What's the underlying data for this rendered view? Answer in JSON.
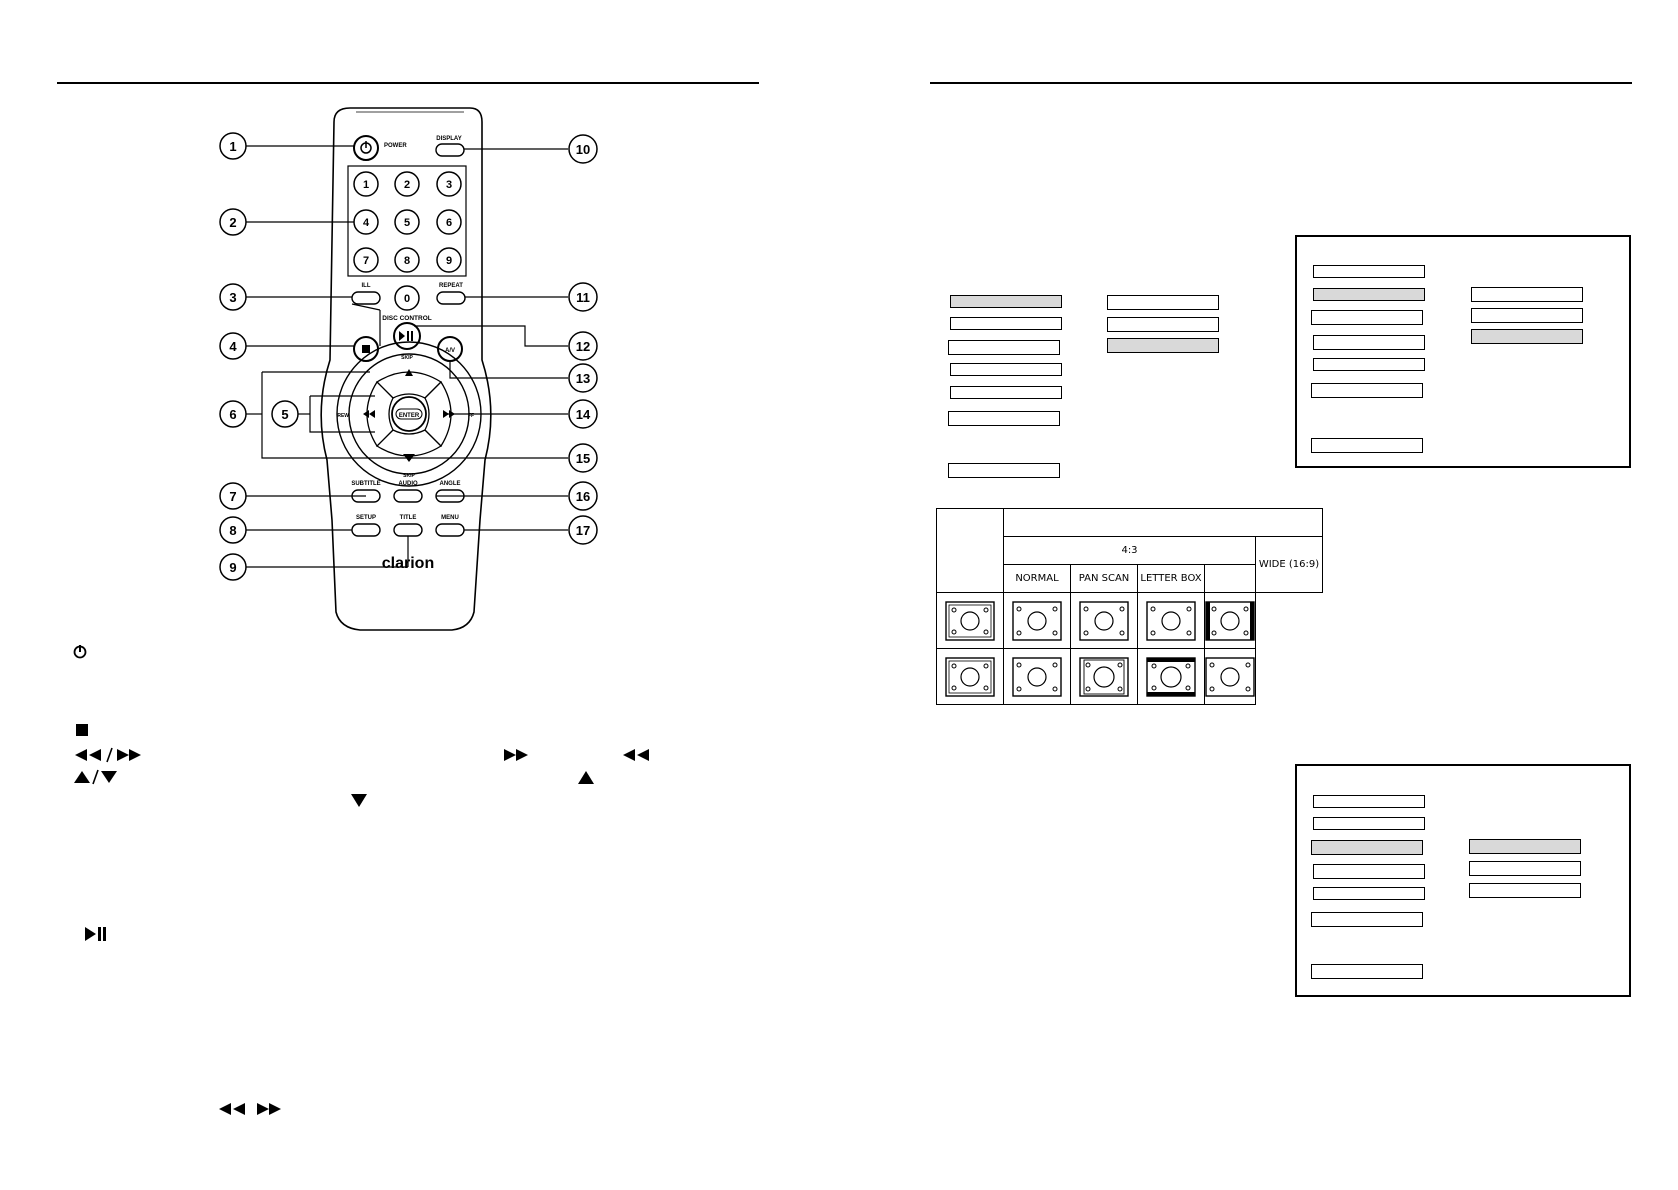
{
  "remote": {
    "labels": {
      "power": "POWER",
      "display": "DISPLAY",
      "ill": "ILL",
      "repeat": "REPEAT",
      "disc_control": "DISC CONTROL",
      "enter": "ENTER",
      "rew": "REW",
      "ff": "FF",
      "skip_up": "SKIP",
      "skip_down": "SKIP",
      "subtitle": "SUBTITLE",
      "audio": "AUDIO",
      "angle": "ANGLE",
      "setup": "SETUP",
      "title": "TITLE",
      "menu": "MENU",
      "brand": "clarion"
    },
    "number_keys": [
      "1",
      "2",
      "3",
      "4",
      "5",
      "6",
      "7",
      "8",
      "9",
      "0"
    ],
    "callouts": [
      "1",
      "2",
      "3",
      "4",
      "5",
      "6",
      "7",
      "8",
      "9",
      "10",
      "11",
      "12",
      "13",
      "14",
      "15",
      "16",
      "17"
    ]
  },
  "icons": [
    "power-icon",
    "stop-icon",
    "rew-ff-icon",
    "ff-icon",
    "rew-icon",
    "up-down-icon",
    "up-icon",
    "down-icon",
    "play-pause-icon"
  ],
  "aspect_table": {
    "header_43": "4:3",
    "col_normal": "NORMAL",
    "col_pan_scan": "PAN SCAN",
    "col_letter_box": "LETTER BOX",
    "col_wide": "WIDE (16:9)"
  },
  "colors": {
    "ink": "#000000",
    "highlight": "#d9d9d9",
    "paper": "#ffffff"
  }
}
